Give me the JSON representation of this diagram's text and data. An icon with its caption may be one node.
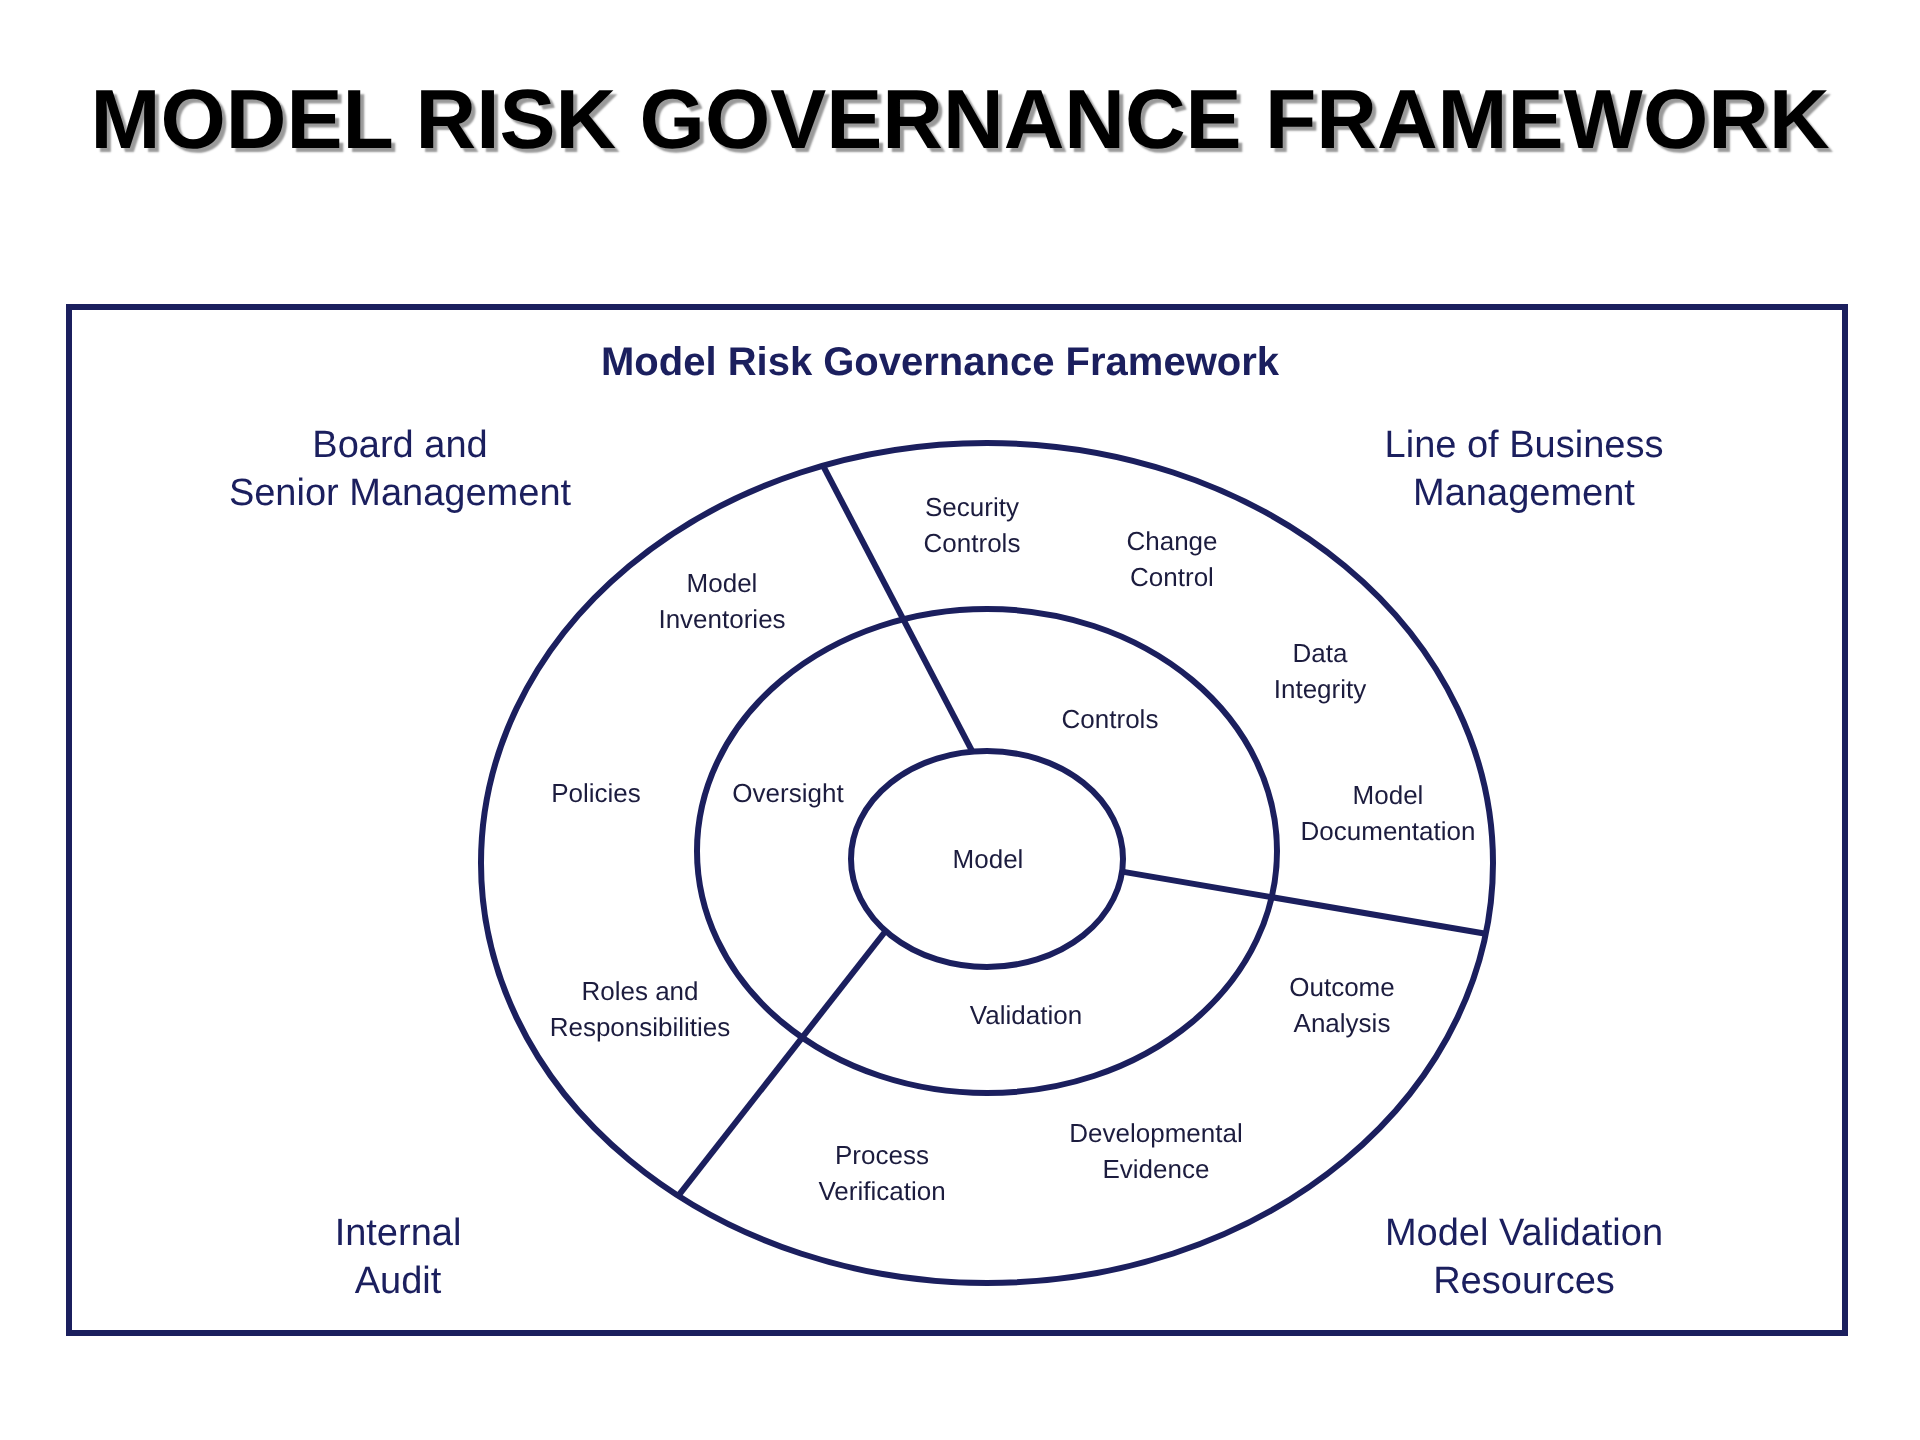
{
  "diagram": {
    "title": "MODEL RISK GOVERNANCE FRAMEWORK",
    "nodes": [
      {
        "text": [
          "Model Risk Governance Framework",
          "Board and Senior Management",
          "Line of Business Management",
          "Internal Audit",
          "Model Validation Resources"
        ]
      },
      {
        "text": [
          "Security Controls",
          "Change Control",
          "Model Inventories",
          "Data Integrity",
          "Policies",
          "Model Documentation",
          "Roles and Responsibilities",
          "Outcome Analysis",
          "Developmental Evidence",
          "Process Verification"
        ],
        "in": 0
      },
      {
        "text": [
          "Controls",
          "Oversight",
          "Validation"
        ],
        "in": 1
      },
      {
        "text": [
          "Model"
        ],
        "in": 2
      }
    ]
  }
}
